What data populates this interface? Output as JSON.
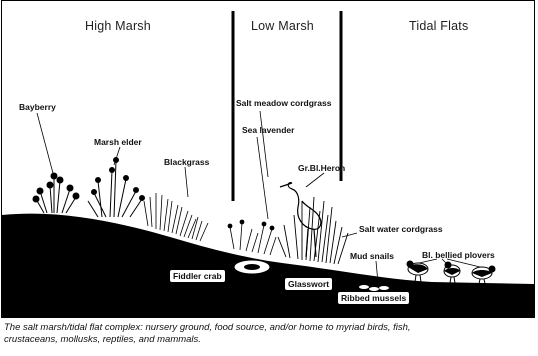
{
  "zones": {
    "high_marsh": "High Marsh",
    "low_marsh": "Low Marsh",
    "tidal_flats": "Tidal Flats"
  },
  "labels": {
    "bayberry": "Bayberry",
    "marsh_elder": "Marsh elder",
    "blackgrass": "Blackgrass",
    "salt_meadow_cordgrass": "Salt meadow cordgrass",
    "sea_lavender": "Sea lavender",
    "heron": "Gr.Bl.Heron",
    "salt_water_cordgrass": "Salt water cordgrass",
    "mud_snails": "Mud snails",
    "plovers": "Bl. bellied plovers",
    "fiddler_crab": "Fiddler crab",
    "glasswort": "Glasswort",
    "ribbed_mussels": "Ribbed mussels"
  },
  "caption": {
    "line1": "The salt marsh/tidal flat complex: nursery ground, food source, and/or home to myriad birds, fish,",
    "line2": "crustaceans, mollusks, reptiles, and mammals."
  },
  "colors": {
    "ground": "#000000",
    "background": "#ffffff",
    "ink": "#111111"
  }
}
